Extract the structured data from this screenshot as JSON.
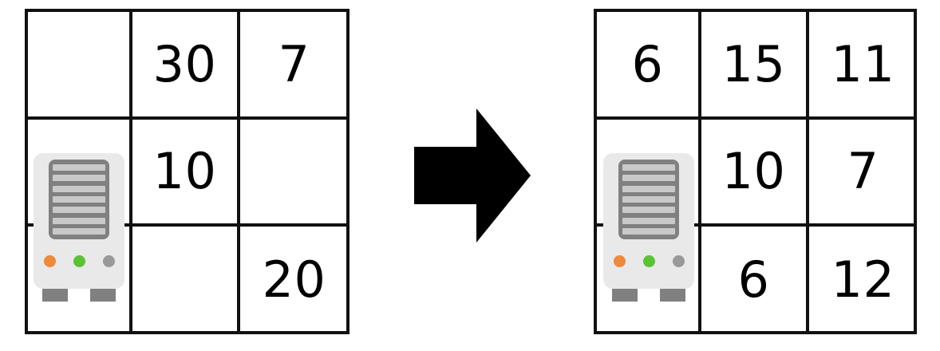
{
  "scene": {
    "title": "grid-state-transition",
    "arrow_direction": "right"
  },
  "colors": {
    "grid_line": "#111111",
    "cell_background": "#ffffff",
    "page_background": "#ffffff",
    "number": "#000000",
    "arrow": "#000000",
    "machine_body": "#e9e9e9",
    "machine_grille": "#808080",
    "machine_grille_bar": "#c9c9c9",
    "machine_foot": "#808080",
    "led_orange": "#ed8a3c",
    "led_green": "#5bc236",
    "led_gray": "#999999"
  },
  "grids": [
    {
      "id": "before",
      "rows": 3,
      "cols": 3,
      "machine_cell": "r1c0",
      "cells": [
        [
          {
            "value": "",
            "has_machine": true
          },
          {
            "value": "30",
            "has_machine": false
          },
          {
            "value": "7",
            "has_machine": false
          }
        ],
        [
          {
            "value": "",
            "has_machine": true
          },
          {
            "value": "10",
            "has_machine": false
          },
          {
            "value": "",
            "has_machine": false
          }
        ],
        [
          {
            "value": "",
            "has_machine": true
          },
          {
            "value": "",
            "has_machine": false
          },
          {
            "value": "20",
            "has_machine": false
          }
        ]
      ]
    },
    {
      "id": "after",
      "rows": 3,
      "cols": 3,
      "machine_cell": "r1c0",
      "cells": [
        [
          {
            "value": "6",
            "has_machine": false
          },
          {
            "value": "15",
            "has_machine": false
          },
          {
            "value": "11",
            "has_machine": false
          }
        ],
        [
          {
            "value": "",
            "has_machine": true
          },
          {
            "value": "10",
            "has_machine": false
          },
          {
            "value": "7",
            "has_machine": false
          }
        ],
        [
          {
            "value": "",
            "has_machine": true
          },
          {
            "value": "6",
            "has_machine": false
          },
          {
            "value": "12",
            "has_machine": false
          }
        ]
      ]
    }
  ],
  "machine": {
    "name": "server-machine",
    "grille_bar_count": 7,
    "leds": [
      {
        "name": "led-orange",
        "color": "#ed8a3c"
      },
      {
        "name": "led-green",
        "color": "#5bc236"
      },
      {
        "name": "led-gray",
        "color": "#999999"
      }
    ],
    "feet_count": 2
  }
}
